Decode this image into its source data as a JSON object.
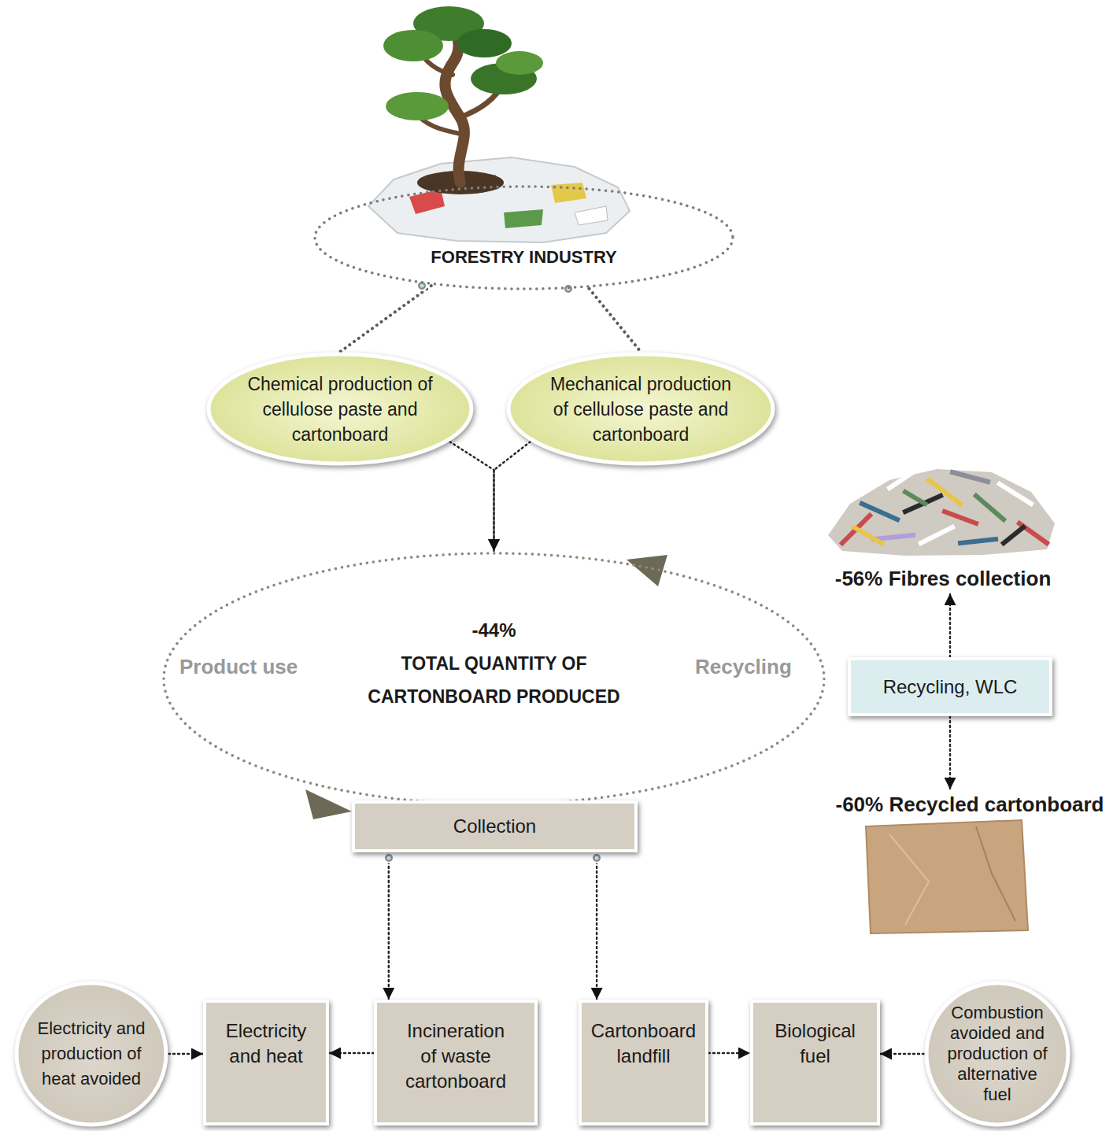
{
  "diagram": {
    "nodes": [
      {
        "text": [
          "FORESTRY INDUSTRY"
        ]
      },
      {
        "text": [
          "Chemical production of cellulose paste and cartonboard"
        ]
      },
      {
        "text": [
          "Mechanical production of cellulose paste and cartonboard"
        ]
      },
      {
        "text": [
          "-44%",
          "TOTAL QUANTITY OF CARTONBOARD PRODUCED"
        ]
      },
      {
        "text": [
          "-56% Fibres collection"
        ]
      },
      {
        "text": [
          "Recycling, WLC"
        ]
      },
      {
        "text": [
          "-60% Recycled cartonboard"
        ]
      },
      {
        "text": [
          "Collection"
        ]
      },
      {
        "text": [
          "Electricity and production of heat avoided"
        ]
      },
      {
        "text": [
          "Electricity and heat"
        ]
      },
      {
        "text": [
          "Incineration of waste cartonboard"
        ]
      },
      {
        "text": [
          "Cartonboard landfill"
        ]
      },
      {
        "text": [
          "Biological fuel"
        ]
      },
      {
        "text": [
          "Combustion avoided and production of alternative fuel"
        ]
      }
    ],
    "edges": [
      {
        "from": 0,
        "to": 1,
        "arrow": "none"
      },
      {
        "from": 0,
        "to": 2,
        "arrow": "none"
      },
      {
        "from": 1,
        "to": 3,
        "arrow": "to"
      },
      {
        "from": 2,
        "to": 3,
        "arrow": "to"
      },
      {
        "from": 5,
        "to": 4,
        "arrow": "to"
      },
      {
        "from": 5,
        "to": 6,
        "arrow": "to"
      },
      {
        "from": 7,
        "to": 10,
        "arrow": "to"
      },
      {
        "from": 7,
        "to": 11,
        "arrow": "to"
      },
      {
        "from": 10,
        "to": 9,
        "arrow": "to"
      },
      {
        "from": 8,
        "to": 9,
        "arrow": "to"
      },
      {
        "from": 11,
        "to": 12,
        "arrow": "to"
      },
      {
        "from": 13,
        "to": 12,
        "arrow": "to"
      }
    ],
    "labels": [
      "Product use",
      "Recycling"
    ]
  }
}
